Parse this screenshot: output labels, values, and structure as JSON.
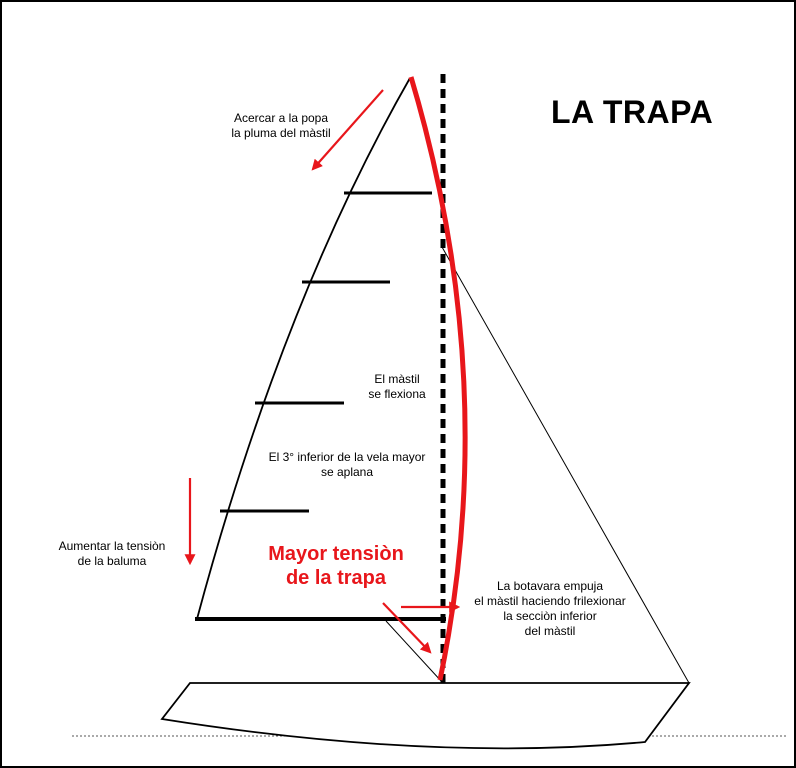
{
  "title": "LA TRAPA",
  "labels": {
    "pluma": [
      "Acercar a la popa",
      "la pluma del màstil"
    ],
    "mastil": [
      "El màstil",
      "se flexiona"
    ],
    "tercio": [
      "El 3° inferior de la vela mayor",
      "se aplana"
    ],
    "baluma": [
      "Aumentar la tensiòn",
      "de la baluma"
    ],
    "botavara": [
      "La botavara empuja",
      "el màstil haciendo frilexionar",
      "la secciòn inferior",
      "del màstil"
    ],
    "mayor": [
      "Mayor tensiòn",
      "de la trapa"
    ]
  },
  "colors": {
    "accent": "#e8161b",
    "line": "#000000",
    "background": "#ffffff"
  }
}
